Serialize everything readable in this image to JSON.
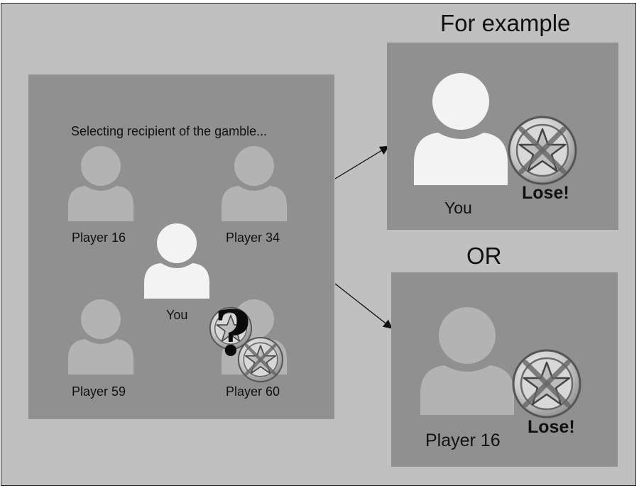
{
  "main_panel": {
    "caption": "Selecting recipient of the gamble...",
    "players": {
      "p16": "Player 16",
      "p34": "Player 34",
      "you": "You",
      "p59": "Player 59",
      "p60": "Player 60"
    },
    "question_mark": "?"
  },
  "example_heading": "For example",
  "or_label": "OR",
  "outcome_top": {
    "name": "You",
    "result": "Lose!"
  },
  "outcome_bottom": {
    "name": "Player 16",
    "result": "Lose!"
  },
  "colors": {
    "background": "#c0c0c0",
    "panel": "#909090",
    "avatar_dim": "#b3b3b3",
    "avatar_self": "#f3f3f3",
    "text": "#111111"
  }
}
